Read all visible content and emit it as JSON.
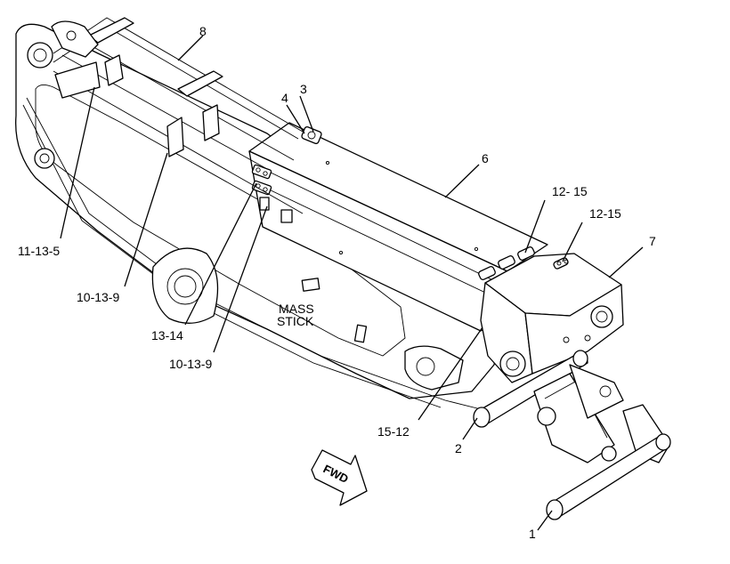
{
  "callouts": {
    "c1": "1",
    "c2": "2",
    "c3": "3",
    "c4": "4",
    "c6": "6",
    "c7": "7",
    "c8": "8",
    "c11_13_5": "11-13-5",
    "c10_13_9_upper": "10-13-9",
    "c13_14": "13-14",
    "c10_13_9_lower": "10-13-9",
    "c15_12": "15-12",
    "c12_15_left": "12- 15",
    "c12_15_right": "12-15"
  },
  "stick_label": {
    "line1": "MASS",
    "line2": "STICK"
  },
  "fwd_arrow": {
    "text": "FWD"
  }
}
